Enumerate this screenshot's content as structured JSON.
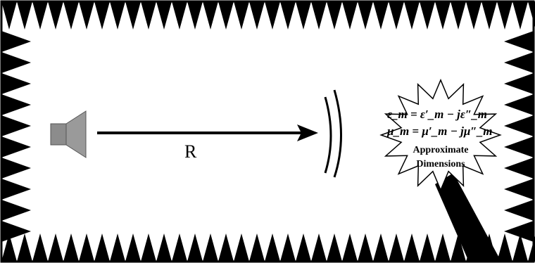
{
  "diagram": {
    "range_label": "R",
    "material": {
      "permittivity": "ε_m = ε′_m − jε″_m",
      "permeability": "μ_m = μ′_m − jμ″_m",
      "caption_line1": "Approximate",
      "caption_line2": "Dimensions"
    }
  },
  "colors": {
    "absorber": "#000000",
    "horn": "#8c8c8c",
    "background": "#ffffff"
  }
}
